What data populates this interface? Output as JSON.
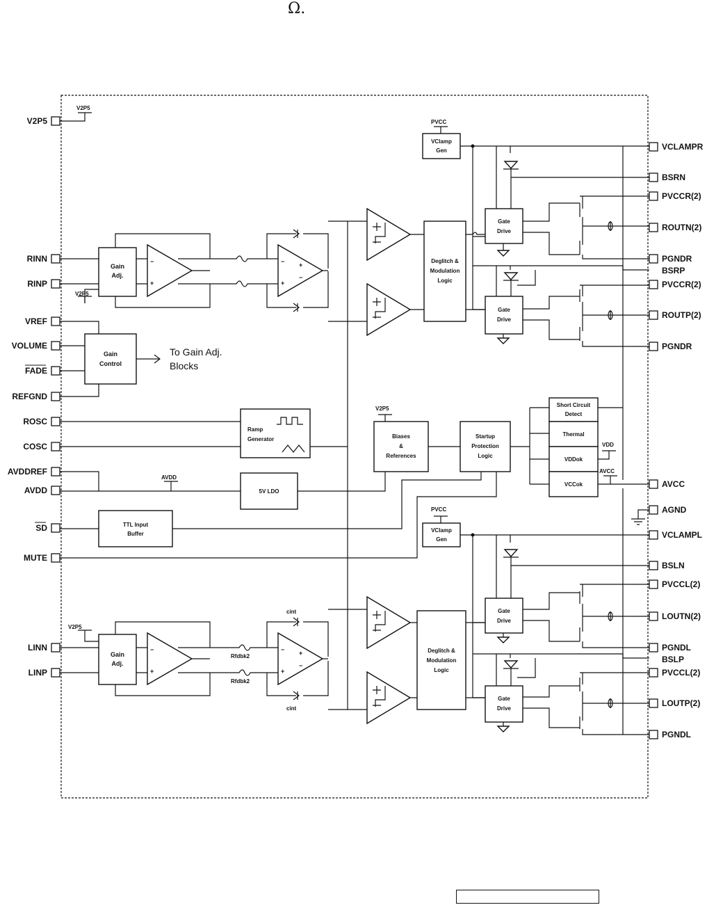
{
  "header": {
    "omega_symbol": "Ω."
  },
  "pins_left": {
    "v2p5": "V2P5",
    "rinn": "RINN",
    "rinp": "RINP",
    "vref": "VREF",
    "volume": "VOLUME",
    "fade": "FADE",
    "refgnd": "REFGND",
    "rosc": "ROSC",
    "cosc": "COSC",
    "avddref": "AVDDREF",
    "avdd": "AVDD",
    "sd": "SD",
    "mute": "MUTE",
    "linn": "LINN",
    "linp": "LINP"
  },
  "pins_right": {
    "vclampr": "VCLAMPR",
    "bsrn": "BSRN",
    "pvccr1": "PVCCR(2)",
    "routn": "ROUTN(2)",
    "pgndr1": "PGNDR",
    "bsrp": "BSRP",
    "pvccr2": "PVCCR(2)",
    "routp": "ROUTP(2)",
    "pgndr2": "PGNDR",
    "avcc": "AVCC",
    "agnd": "AGND",
    "vclampl": "VCLAMPL",
    "bsln": "BSLN",
    "pvccl1": "PVCCL(2)",
    "loutn": "LOUTN(2)",
    "pgndl1": "PGNDL",
    "bslp": "BSLP",
    "pvccl2": "PVCCL(2)",
    "loutp": "LOUTP(2)",
    "pgndl2": "PGNDL"
  },
  "blocks": {
    "gain_adj": [
      "Gain",
      "Adj."
    ],
    "gain_control": [
      "Gain",
      "Control"
    ],
    "to_gain": [
      "To Gain Adj.",
      "Blocks"
    ],
    "ramp": [
      "Ramp",
      "Generator"
    ],
    "biases": [
      "Biases",
      "&",
      "References"
    ],
    "startup": [
      "Startup",
      "Protection",
      "Logic"
    ],
    "short": [
      "Short Circuit",
      "Detect"
    ],
    "thermal": "Thermal",
    "vddok": "VDDok",
    "vccok": "VCCok",
    "ldo": "5V LDO",
    "ttl": [
      "TTL Input",
      "Buffer"
    ],
    "vclamp": [
      "VClamp",
      "Gen"
    ],
    "gate": [
      "Gate",
      "Drive"
    ],
    "mod_r": [
      "Deglitch &",
      "Modulation",
      "Logic"
    ],
    "mod_l": [
      "Deglitch &",
      "Modulation",
      "Logic"
    ]
  },
  "small_labels": {
    "v2p5": "V2P5",
    "pvcc": "PVCC",
    "avdd": "AVDD",
    "vdd": "VDD",
    "avcc": "AVCC",
    "cint": "cint",
    "rfb": "Rfdbk2"
  }
}
